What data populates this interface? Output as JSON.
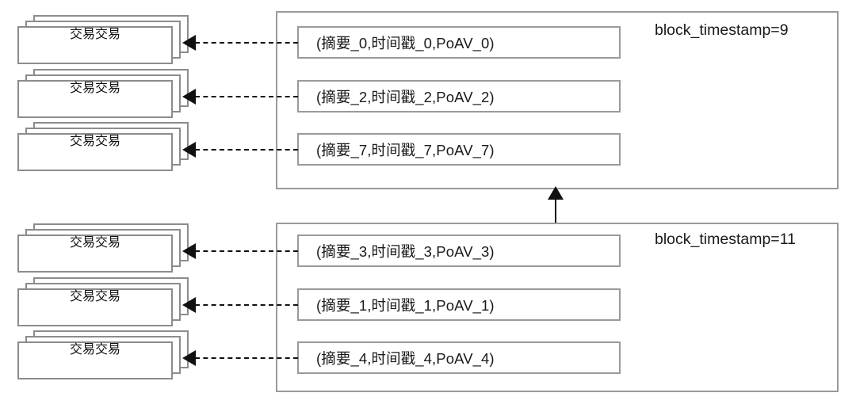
{
  "diagram": {
    "title": "Blockchain block structure with transaction stacks",
    "colors": {
      "border_gray": "#9a9a9a",
      "card_border_gray": "#8c8c8c",
      "line_black": "#111111",
      "background": "#ffffff",
      "text": "#1a1a1a"
    },
    "transaction_stack_label": "交易交易",
    "blocks": [
      {
        "id": "block-top",
        "timestamp_label": "block_timestamp=9",
        "records": [
          {
            "text": "(摘要_0,时间戳_0,PoAV_0)"
          },
          {
            "text": "(摘要_2,时间戳_2,PoAV_2)"
          },
          {
            "text": "(摘要_7,时间戳_7,PoAV_7)"
          }
        ]
      },
      {
        "id": "block-bottom",
        "timestamp_label": "block_timestamp=11",
        "records": [
          {
            "text": "(摘要_3,时间戳_3,PoAV_3)"
          },
          {
            "text": "(摘要_1,时间戳_1,PoAV_1)"
          },
          {
            "text": "(摘要_4,时间戳_4,PoAV_4)"
          }
        ]
      }
    ],
    "chain_arrow": {
      "direction": "up",
      "from": "block-bottom",
      "to": "block-top"
    }
  }
}
